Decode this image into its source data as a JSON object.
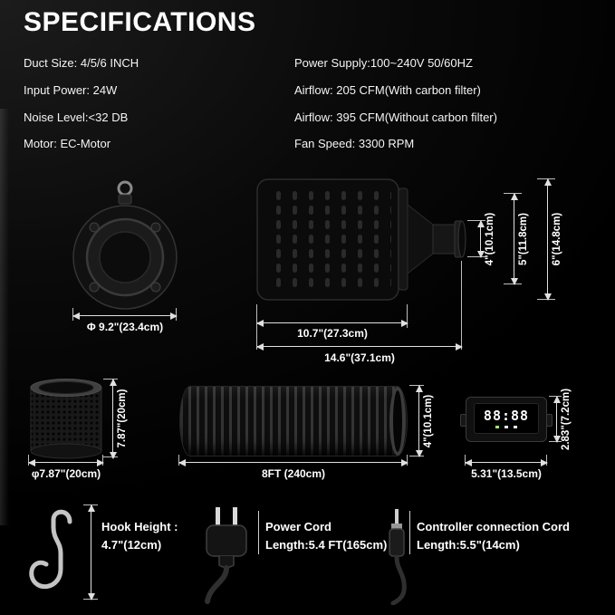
{
  "title": "SPECIFICATIONS",
  "specs": {
    "left": [
      "Duct Size: 4/5/6 INCH",
      "Input Power: 24W",
      "Noise Level:<32 DB",
      "Motor: EC-Motor"
    ],
    "right": [
      "Power Supply:100~240V 50/60HZ",
      "Airflow: 205 CFM(With carbon filter)",
      "Airflow: 395 CFM(Without carbon filter)",
      "Fan Speed: 3300 RPM"
    ]
  },
  "fan_top": {
    "diameter": "Φ 9.2\"(23.4cm)"
  },
  "fan_side": {
    "outlet_diameter": "4\"(10.1cm)",
    "flange_diameter": "5\"(11.8cm)",
    "body_diameter": "6\"(14.8cm)",
    "body_length": "10.7\"(27.3cm)",
    "total_length": "14.6\"(37.1cm)"
  },
  "filter": {
    "height": "7.87\"(20cm)",
    "diameter": "φ7.87\"(20cm)"
  },
  "duct": {
    "length": "8FT (240cm)",
    "diameter": "4\"(10.1cm)"
  },
  "controller": {
    "width": "5.31\"(13.5cm)",
    "height": "2.83\"(7.2cm)",
    "display": "88:88"
  },
  "hook": {
    "label_1": "Hook Height :",
    "label_2": "4.7\"(12cm)"
  },
  "power_cord": {
    "label_1": "Power Cord",
    "label_2": "Length:5.4 FT(165cm)"
  },
  "controller_cord": {
    "label_1": "Controller connection Cord",
    "label_2": "Length:5.5\"(14cm)"
  },
  "colors": {
    "background": "#000000",
    "text": "#ffffff",
    "dim_line": "#e0e0e0"
  }
}
